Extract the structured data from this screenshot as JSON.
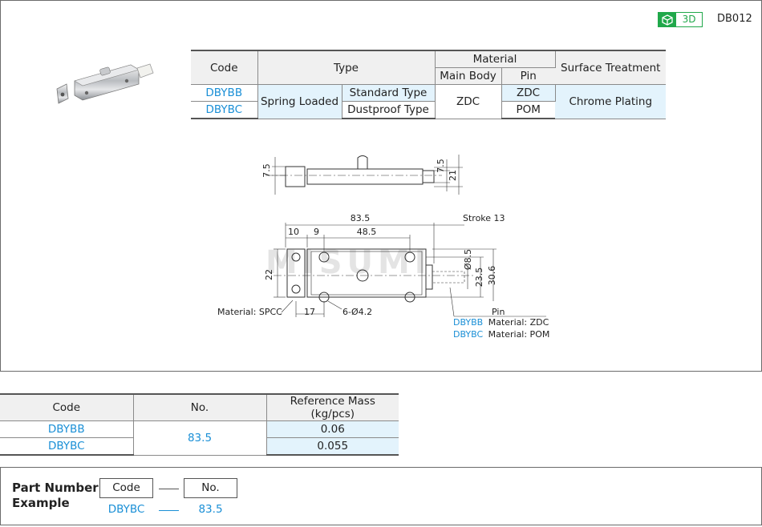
{
  "header": {
    "badge_label": "3D",
    "model_code": "DB012"
  },
  "spec_table": {
    "h_code": "Code",
    "h_type": "Type",
    "h_material": "Material",
    "h_surface": "Surface Treatment",
    "h_main_body": "Main Body",
    "h_pin": "Pin",
    "rows": [
      {
        "code": "DBYBB",
        "subtype": "Standard Type",
        "pin": "ZDC"
      },
      {
        "code": "DBYBC",
        "subtype": "Dustproof Type",
        "pin": "POM"
      }
    ],
    "type": "Spring Loaded",
    "main_body": "ZDC",
    "surface": "Chrome Plating"
  },
  "drawing": {
    "dim_7_5_a": "7.5",
    "dim_7_5_b": "7.5",
    "dim_21": "21",
    "dim_83_5": "83.5",
    "dim_stroke": "Stroke 13",
    "dim_10": "10",
    "dim_9": "9",
    "dim_48_5": "48.5",
    "dim_22": "22",
    "dim_phi8_5": "Ø8.5",
    "dim_23_5": "23.5",
    "dim_30_6": "30.6",
    "dim_17": "17",
    "holes": "6-Ø4.2",
    "mat_spcc": "Material: SPCC",
    "pin_label": "Pin",
    "note1_code": "DBYBB",
    "note1_text": "Material: ZDC",
    "note2_code": "DBYBC",
    "note2_text": "Material: POM",
    "watermark": "MISUMI"
  },
  "mass_table": {
    "h_code": "Code",
    "h_no": "No.",
    "h_mass": "Reference Mass (kg/pcs)",
    "no": "83.5",
    "rows": [
      {
        "code": "DBYBB",
        "mass": "0.06"
      },
      {
        "code": "DBYBC",
        "mass": "0.055"
      }
    ]
  },
  "part_number": {
    "title": "Part Number Example",
    "code_label": "Code",
    "no_label": "No.",
    "code_value": "DBYBC",
    "no_value": "83.5"
  }
}
